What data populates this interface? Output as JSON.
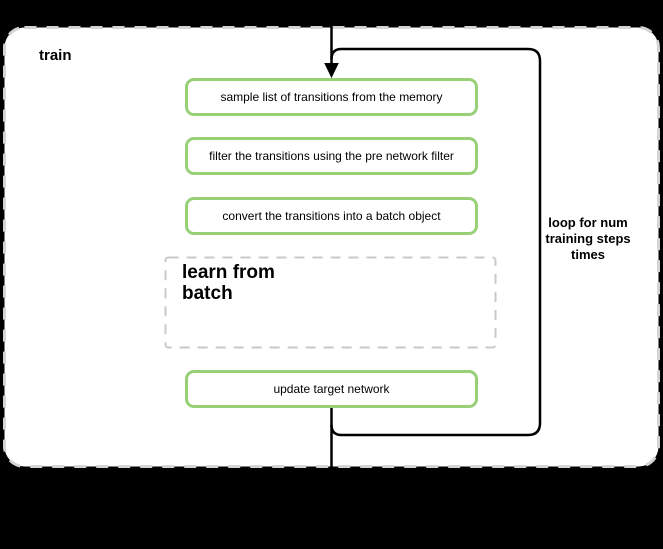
{
  "colors": {
    "background": "#000000",
    "surface": "#ffffff",
    "line": "#000000",
    "box_border": "#97d077",
    "container_border": "#d4d4d4",
    "group_border": "#c9c9c9",
    "text": "#000000"
  },
  "diagram": {
    "title": "train",
    "nodes": [
      {
        "label": "sample list of transitions from the memory"
      },
      {
        "label": "filter the transitions using the pre network filter"
      },
      {
        "label": "convert the transitions into a batch object"
      },
      {
        "label": "update target network"
      }
    ],
    "group": {
      "label": "learn from\nbatch"
    },
    "loop_annotation": "loop for num\ntraining steps\ntimes"
  }
}
